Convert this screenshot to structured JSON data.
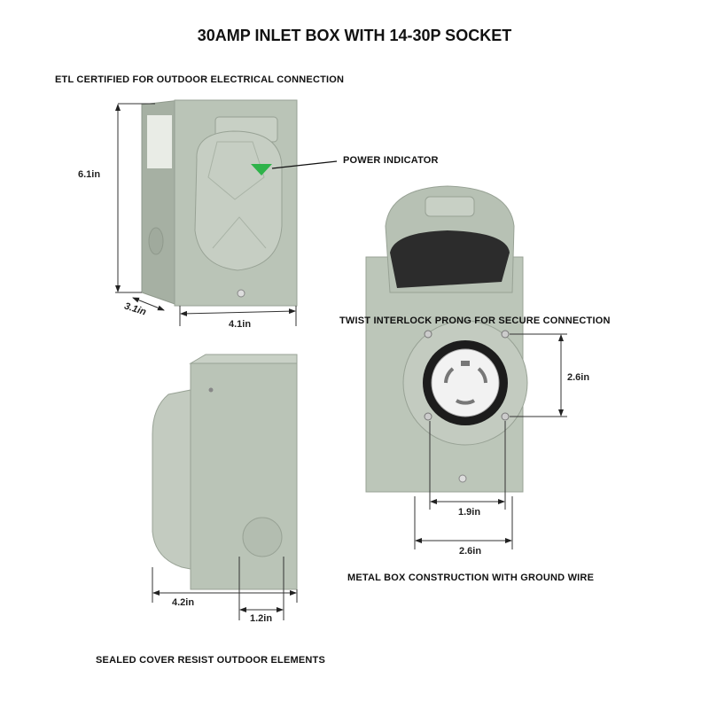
{
  "title": "30AMP INLET BOX WITH 14-30P SOCKET",
  "callouts": {
    "etl": "ETL CERTIFIED FOR OUTDOOR ELECTRICAL CONNECTION",
    "power_indicator": "POWER INDICATOR",
    "twist": "TWIST INTERLOCK PRONG FOR SECURE CONNECTION",
    "metal_box": "METAL BOX CONSTRUCTION WITH GROUND WIRE",
    "sealed_cover": "SEALED COVER RESIST OUTDOOR ELEMENTS"
  },
  "dimensions": {
    "height": "6.1in",
    "depth": "3.1in",
    "width": "4.1in",
    "socket_height": "2.6in",
    "socket_inner_width": "1.9in",
    "socket_outer_width": "2.6in",
    "side_depth": "4.2in",
    "knockout": "1.2in"
  },
  "colors": {
    "box": "#b9c3b6",
    "indicator": "#2fb34a"
  }
}
